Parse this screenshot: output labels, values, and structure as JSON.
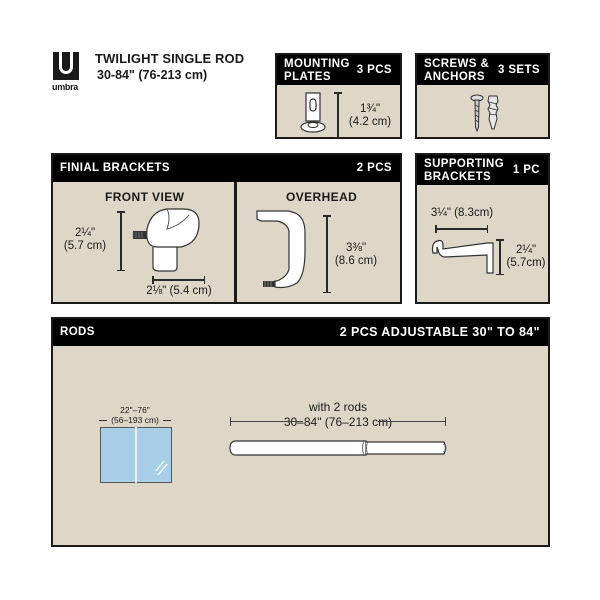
{
  "header": {
    "brand": "umbra",
    "title": "TWILIGHT SINGLE ROD",
    "subtitle": "30-84\" (76-213 cm)"
  },
  "colors": {
    "panel_bg": "#ded6c7",
    "header_bg": "#000000",
    "header_text": "#ffffff",
    "window_glass": "#a9cfe8"
  },
  "mounting_plates": {
    "label_line1": "MOUNTING",
    "label_line2": "PLATES",
    "qty": "3 PCS",
    "dim_line1": "1¾\"",
    "dim_line2": "(4.2 cm)",
    "icon": "mounting-plate-icon"
  },
  "screws_anchors": {
    "label_line1": "SCREWS &",
    "label_line2": "ANCHORS",
    "qty": "3 SETS",
    "icon": "screw-anchor-icon"
  },
  "finial_brackets": {
    "label": "FINIAL BRACKETS",
    "qty": "2 PCS",
    "front_view": {
      "title": "FRONT VIEW",
      "height_line1": "2¼\"",
      "height_line2": "(5.7 cm)",
      "width": "2⅛\" (5.4 cm)"
    },
    "overhead": {
      "title": "OVERHEAD",
      "height_line1": "3⅜\"",
      "height_line2": "(8.6 cm)"
    }
  },
  "supporting_brackets": {
    "label_line1": "SUPPORTING",
    "label_line2": "BRACKETS",
    "qty": "1 PC",
    "width": "3¼\" (8.3cm)",
    "height_line1": "2¼\"",
    "height_line2": "(5.7cm)"
  },
  "rods": {
    "label": "RODS",
    "qty": "2 PCS ADJUSTABLE 30\" TO 84\"",
    "window_dim_line1": "22\"–76\"",
    "window_dim_line2": "(56–193 cm)",
    "rod_caption_line1": "with 2 rods",
    "rod_caption_line2": "30–84\" (76–213 cm)"
  }
}
